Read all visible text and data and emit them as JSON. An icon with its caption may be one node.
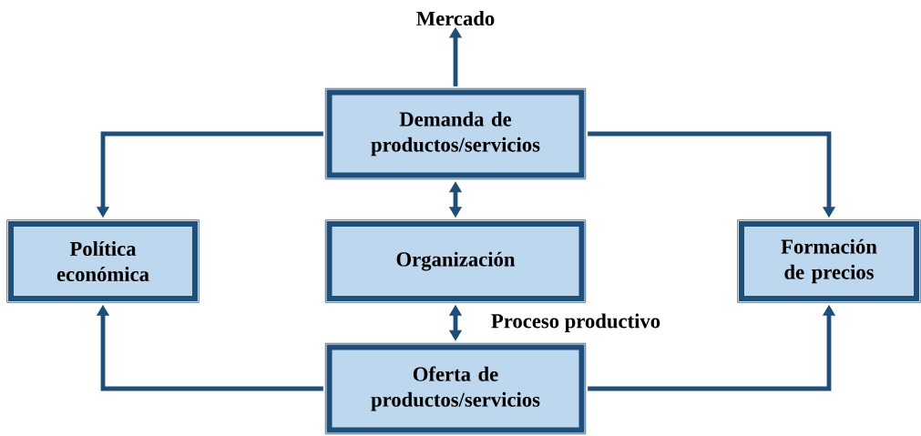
{
  "diagram": {
    "nodes": [
      {
        "text": [
          "Mercado"
        ]
      },
      {
        "text": [
          "Demanda de productos/servicios"
        ]
      },
      {
        "text": [
          "Política económica"
        ]
      },
      {
        "text": [
          "Organización"
        ]
      },
      {
        "text": [
          "Formación de precios"
        ]
      },
      {
        "text": [
          "Oferta de productos/servicios"
        ]
      }
    ],
    "edges": [
      {
        "from": 1,
        "to": 0,
        "arrow": "to"
      },
      {
        "from": 1,
        "to": 2,
        "arrow": "to"
      },
      {
        "from": 1,
        "to": 4,
        "arrow": "to"
      },
      {
        "from": 1,
        "to": 3,
        "arrow": "both"
      },
      {
        "from": 3,
        "to": 5,
        "arrow": "both",
        "label": "Proceso productivo"
      },
      {
        "from": 5,
        "to": 2,
        "arrow": "to"
      },
      {
        "from": 5,
        "to": 4,
        "arrow": "to"
      }
    ]
  }
}
